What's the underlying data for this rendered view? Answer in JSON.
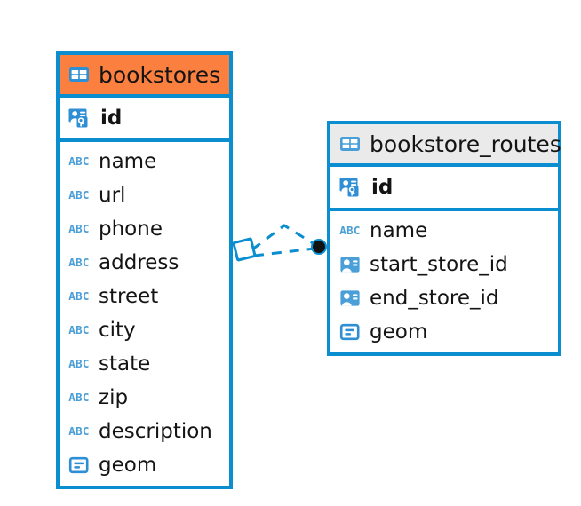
{
  "diagram": {
    "type": "entity-relationship-diagram",
    "background_color": "#ffffff",
    "accent_color": "#0a8ed0",
    "entities": [
      {
        "name": "bookstores",
        "header_color": "#fb8040",
        "header_icon": "table-icon",
        "primary_key": {
          "label": "id",
          "icon": "primary-key-icon"
        },
        "fields": [
          {
            "label": "name",
            "icon": "abc-text-icon"
          },
          {
            "label": "url",
            "icon": "abc-text-icon"
          },
          {
            "label": "phone",
            "icon": "abc-text-icon"
          },
          {
            "label": "address",
            "icon": "abc-text-icon"
          },
          {
            "label": "street",
            "icon": "abc-text-icon"
          },
          {
            "label": "city",
            "icon": "abc-text-icon"
          },
          {
            "label": "state",
            "icon": "abc-text-icon"
          },
          {
            "label": "zip",
            "icon": "abc-text-icon"
          },
          {
            "label": "description",
            "icon": "abc-text-icon"
          },
          {
            "label": "geom",
            "icon": "geometry-icon"
          }
        ]
      },
      {
        "name": "bookstore_routes",
        "header_color": "#eaeaea",
        "header_icon": "table-icon",
        "primary_key": {
          "label": "id",
          "icon": "primary-key-icon"
        },
        "fields": [
          {
            "label": "name",
            "icon": "abc-text-icon"
          },
          {
            "label": "start_store_id",
            "icon": "foreign-key-icon"
          },
          {
            "label": "end_store_id",
            "icon": "foreign-key-icon"
          },
          {
            "label": "geom",
            "icon": "geometry-icon"
          }
        ]
      }
    ],
    "relationships": [
      {
        "from_entity": "bookstores",
        "to_entity": "bookstore_routes",
        "from_marker": "crows-foot-diamond",
        "to_marker": "filled-circle",
        "line_style": "dashed",
        "line_color": "#0a8ed0",
        "branches": 2
      }
    ]
  }
}
